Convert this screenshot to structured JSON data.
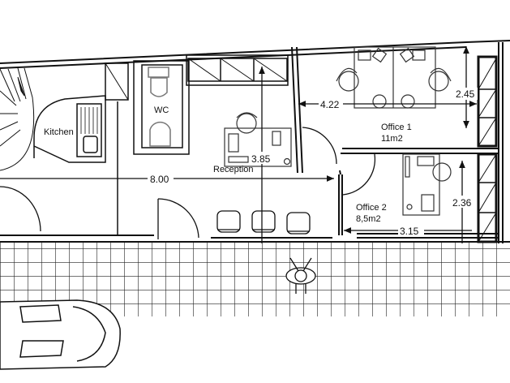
{
  "rooms": {
    "kitchen": "Kitchen",
    "wc": "WC",
    "reception": "Reception",
    "office1_name": "Office 1",
    "office1_area": "11m2",
    "office2_name": "Office 2",
    "office2_area": "8,5m2"
  },
  "dimensions": {
    "reception_width": "8.00",
    "reception_depth": "3.85",
    "office1_width": "4.22",
    "office1_depth": "2.45",
    "office2_width": "3.15",
    "office2_depth": "2.36"
  }
}
